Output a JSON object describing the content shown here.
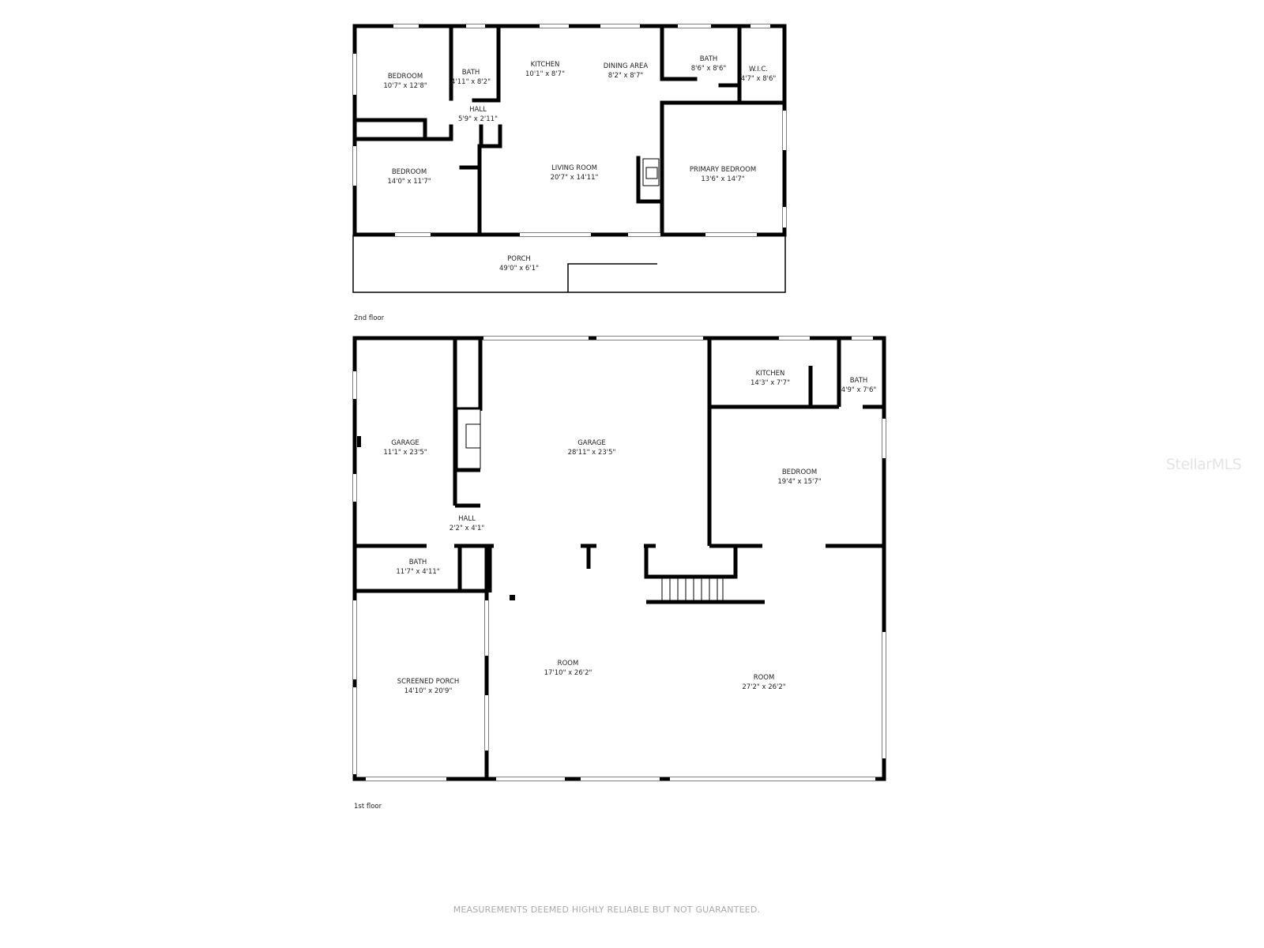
{
  "floors": {
    "second": {
      "label": "2nd floor",
      "rooms": [
        {
          "name": "BEDROOM",
          "dims": "10'7\" x 12'8\""
        },
        {
          "name": "BATH",
          "dims": "4'11\" x 8'2\""
        },
        {
          "name": "KITCHEN",
          "dims": "10'1\" x 8'7\""
        },
        {
          "name": "DINING AREA",
          "dims": "8'2\" x 8'7\""
        },
        {
          "name": "BATH",
          "dims": "8'6\" x 8'6\""
        },
        {
          "name": "W.I.C.",
          "dims": "4'7\" x 8'6\""
        },
        {
          "name": "HALL",
          "dims": "5'9\" x 2'11\""
        },
        {
          "name": "BEDROOM",
          "dims": "14'0\" x 11'7\""
        },
        {
          "name": "LIVING ROOM",
          "dims": "20'7\" x 14'11\""
        },
        {
          "name": "PRIMARY BEDROOM",
          "dims": "13'6\" x 14'7\""
        },
        {
          "name": "PORCH",
          "dims": "49'0\" x 6'1\""
        }
      ]
    },
    "first": {
      "label": "1st floor",
      "rooms": [
        {
          "name": "GARAGE",
          "dims": "11'1\" x 23'5\""
        },
        {
          "name": "GARAGE",
          "dims": "28'11\" x 23'5\""
        },
        {
          "name": "KITCHEN",
          "dims": "14'3\" x 7'7\""
        },
        {
          "name": "BATH",
          "dims": "4'9\" x 7'6\""
        },
        {
          "name": "BEDROOM",
          "dims": "19'4\" x 15'7\""
        },
        {
          "name": "HALL",
          "dims": "2'2\" x 4'1\""
        },
        {
          "name": "BATH",
          "dims": "11'7\" x 4'11\""
        },
        {
          "name": "ROOM",
          "dims": "17'10\" x 26'2\""
        },
        {
          "name": "ROOM",
          "dims": "27'2\" x 26'2\""
        },
        {
          "name": "SCREENED PORCH",
          "dims": "14'10\" x 20'9\""
        }
      ]
    }
  },
  "disclaimer": "MEASUREMENTS DEEMED HIGHLY RELIABLE BUT NOT GUARANTEED.",
  "watermark": "StellarMLS",
  "colors": {
    "wall": "#000000",
    "window": "#cccccc",
    "disclaimer": "#aaaaaa"
  }
}
